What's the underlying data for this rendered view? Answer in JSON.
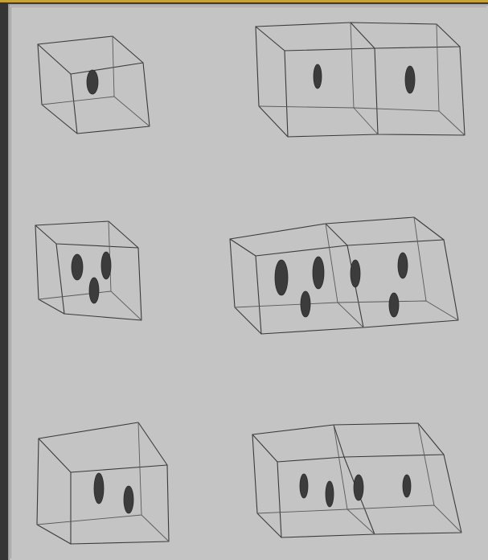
{
  "image": {
    "kind": "hand-drawn pencil sketch",
    "background_color": "#c4c4c4",
    "frame_color": "#3b3b3b",
    "accent_color": "#c9a23a"
  },
  "sketches": [
    {
      "row": 1,
      "column": 1,
      "cubes": 1,
      "pips": 1
    },
    {
      "row": 1,
      "column": 2,
      "cubes": 2,
      "pips": 2
    },
    {
      "row": 2,
      "column": 1,
      "cubes": 1,
      "pips": 3
    },
    {
      "row": 2,
      "column": 2,
      "cubes": 2,
      "pips": 6
    },
    {
      "row": 3,
      "column": 1,
      "cubes": 1,
      "pips": 2
    },
    {
      "row": 3,
      "column": 2,
      "cubes": 2,
      "pips": 4
    }
  ]
}
